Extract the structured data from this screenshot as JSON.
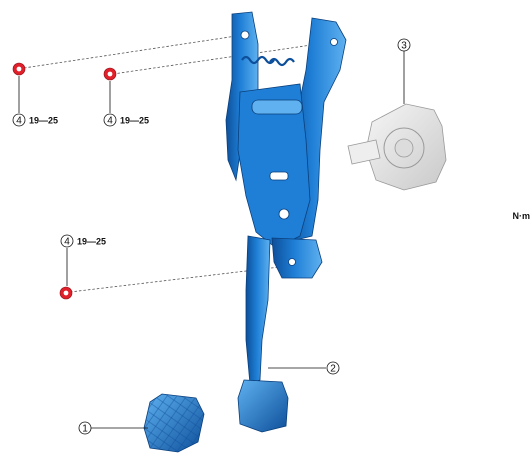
{
  "callouts": {
    "c1": {
      "num": "1"
    },
    "c2": {
      "num": "2"
    },
    "c3": {
      "num": "3"
    },
    "c4a": {
      "num": "4",
      "torque": "19—25"
    },
    "c4b": {
      "num": "4",
      "torque": "19—25"
    },
    "c4c": {
      "num": "4",
      "torque": "19—25"
    }
  },
  "unit": "N·m",
  "colors": {
    "part_blue": "#1f7fd6",
    "part_blue_dark": "#0d4f9a",
    "part_blue_light": "#5fb1f0",
    "nut_red": "#e0202a",
    "switch_gray": "#e4e4e4",
    "switch_gray_dark": "#9a9a9a"
  }
}
